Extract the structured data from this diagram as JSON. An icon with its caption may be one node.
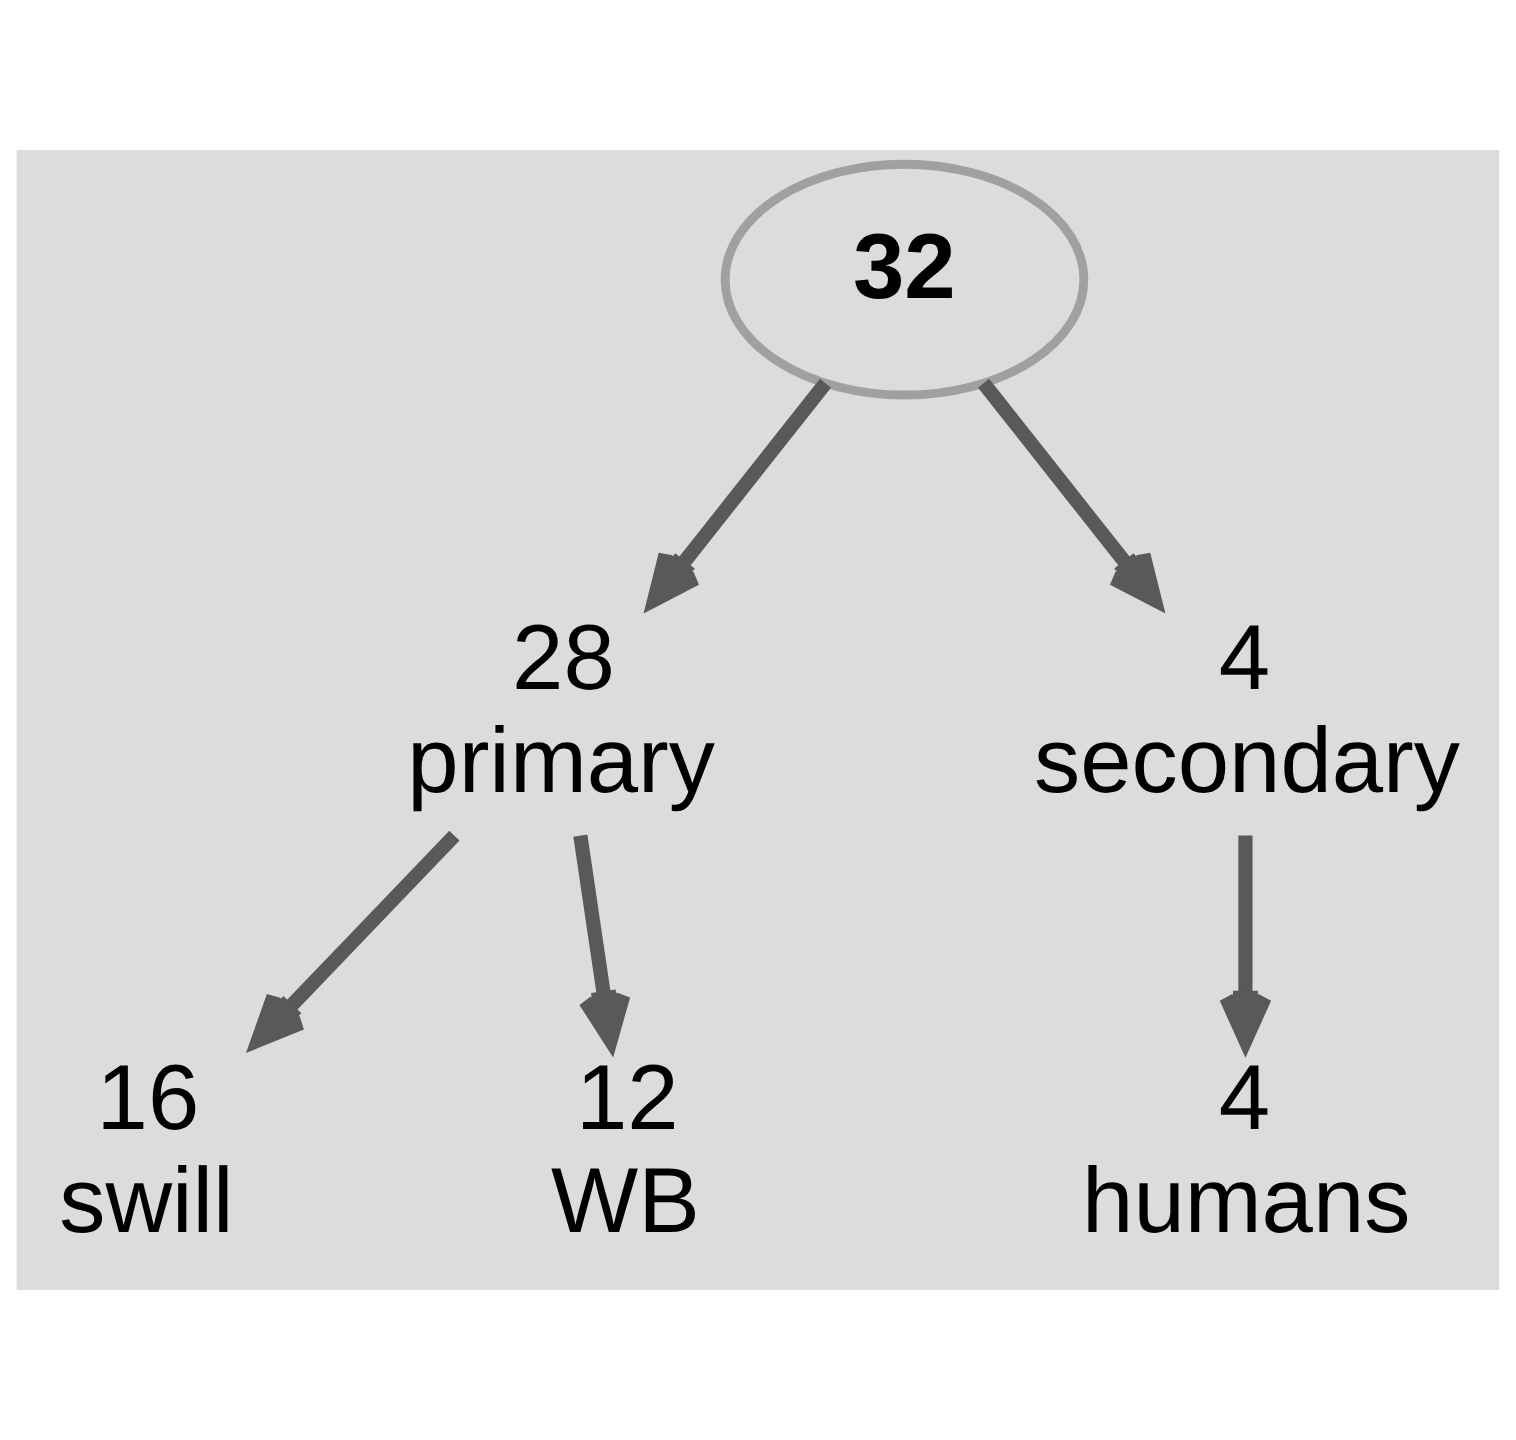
{
  "diagram": {
    "nodes": [
      {
        "text": [
          "32"
        ]
      },
      {
        "text": [
          "28",
          "primary"
        ]
      },
      {
        "text": [
          "4",
          "secondary"
        ]
      },
      {
        "text": [
          "16",
          "swill"
        ]
      },
      {
        "text": [
          "12",
          "WB"
        ]
      },
      {
        "text": [
          "4",
          "humans"
        ]
      }
    ],
    "edges": [
      {
        "from": 0,
        "to": 1,
        "arrow": "to"
      },
      {
        "from": 0,
        "to": 2,
        "arrow": "to"
      },
      {
        "from": 1,
        "to": 3,
        "arrow": "to"
      },
      {
        "from": 1,
        "to": 4,
        "arrow": "to"
      },
      {
        "from": 2,
        "to": 5,
        "arrow": "to"
      }
    ]
  }
}
